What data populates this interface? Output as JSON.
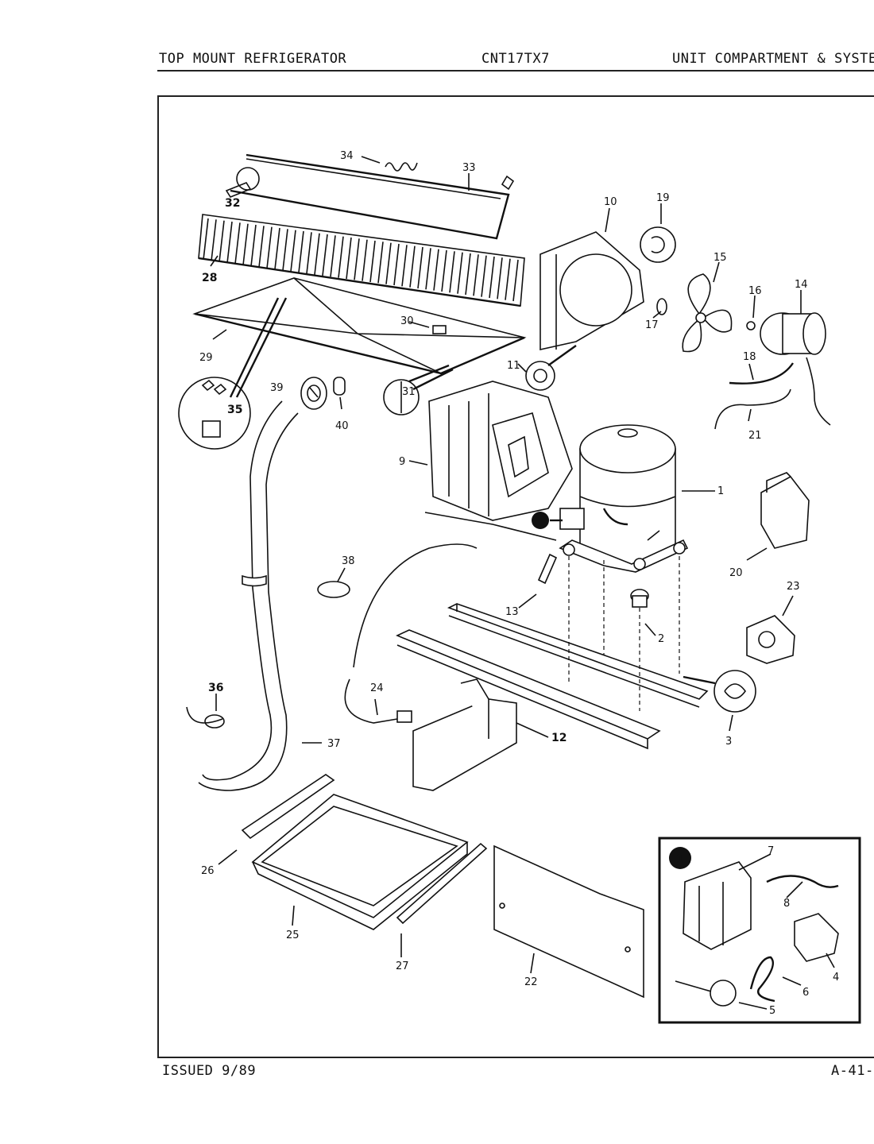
{
  "header": {
    "left": "TOP MOUNT REFRIGERATOR",
    "center": "CNT17TX7",
    "right": "UNIT COMPARTMENT & SYSTE"
  },
  "footer": {
    "issued": "ISSUED 9/89",
    "page": "A-41-"
  },
  "callouts": {
    "c1": "1",
    "c2": "2",
    "c3": "3",
    "c4": "4",
    "c5": "5",
    "c6": "6",
    "c7": "7",
    "c8": "8",
    "c9": "9",
    "c10": "10",
    "c11": "11",
    "c12": "12",
    "c13": "13",
    "c14": "14",
    "c15": "15",
    "c16": "16",
    "c17": "17",
    "c18": "18",
    "c19": "19",
    "c20": "20",
    "c21": "21",
    "c22": "22",
    "c23": "23",
    "c24": "24",
    "c25": "25",
    "c26": "26",
    "c27": "27",
    "c28": "28",
    "c29": "29",
    "c30": "30",
    "c31": "31",
    "c32": "32",
    "c33": "33",
    "c34": "34",
    "c35": "35",
    "c36": "36",
    "c37": "37",
    "c38": "38",
    "c39": "39",
    "c40": "40"
  },
  "inset": {
    "marker": "1"
  }
}
